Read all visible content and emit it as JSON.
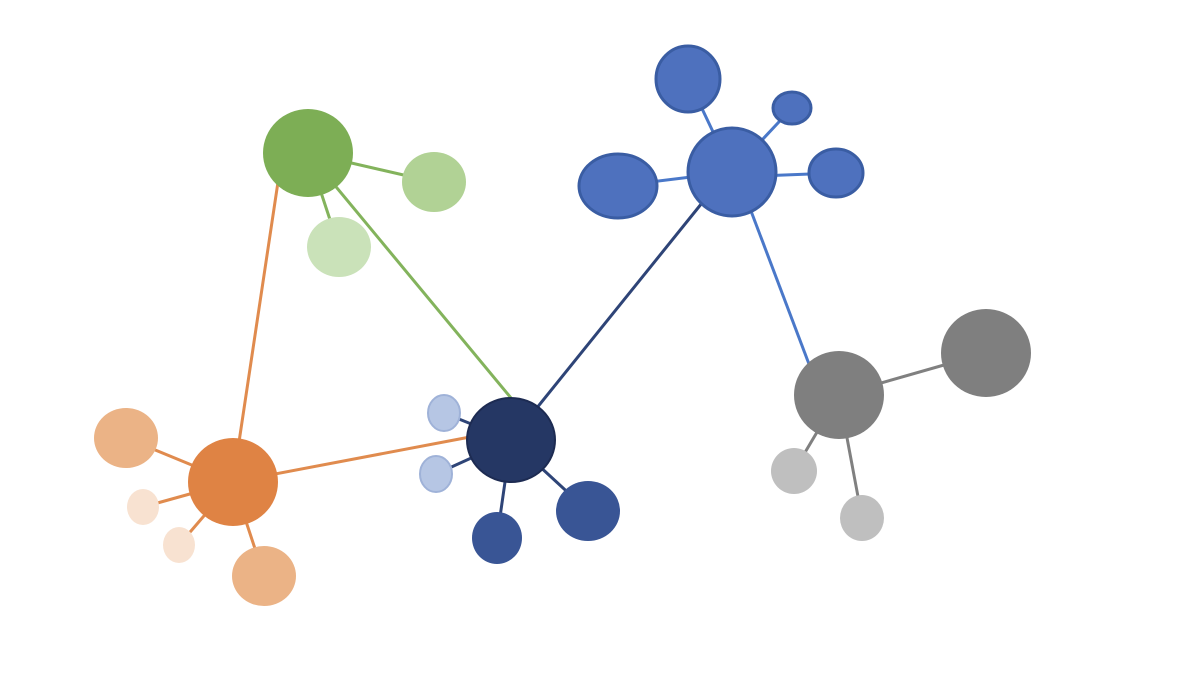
{
  "diagram": {
    "type": "network-graph",
    "labels_present": false
  },
  "palette": {
    "green_dark": "#7dae55",
    "green_mid": "#b1d295",
    "green_light": "#cae2b9",
    "orange_dark": "#df8344",
    "orange_mid": "#ebb386",
    "orange_light": "#f8e2d1",
    "navy": "#253764",
    "blue_dark": "#395595",
    "blue_light": "#b6c6e4",
    "blue": "#4e71be",
    "blue_stroke": "#3a5da3",
    "gray_dark": "#7f7f7f",
    "gray_light": "#bfbfbf",
    "link_green": "#83b35c",
    "link_orange": "#e08b4e",
    "link_navy": "#2e4477",
    "link_blue": "#4a78c9",
    "link_gray": "#808080"
  },
  "groups": [
    {
      "id": "green",
      "hub": "green_hub",
      "color": "#7dae55"
    },
    {
      "id": "orange",
      "hub": "orange_hub",
      "color": "#df8344"
    },
    {
      "id": "navy",
      "hub": "navy_hub",
      "color": "#253764"
    },
    {
      "id": "blue",
      "hub": "blue_hub",
      "color": "#4e71be"
    },
    {
      "id": "gray",
      "hub": "gray_hub",
      "color": "#7f7f7f"
    }
  ],
  "edges": [
    [
      "green_hub",
      "green_leaf_1"
    ],
    [
      "green_hub",
      "green_leaf_2"
    ],
    [
      "green_hub",
      "navy_hub"
    ],
    [
      "green_hub",
      "orange_hub"
    ],
    [
      "orange_hub",
      "orange_leaf_1"
    ],
    [
      "orange_hub",
      "orange_leaf_2"
    ],
    [
      "orange_hub",
      "orange_leaf_3"
    ],
    [
      "orange_hub",
      "orange_leaf_4"
    ],
    [
      "orange_hub",
      "navy_hub"
    ],
    [
      "navy_hub",
      "navy_leaf_1"
    ],
    [
      "navy_hub",
      "navy_leaf_2"
    ],
    [
      "navy_hub",
      "navy_leaf_3"
    ],
    [
      "navy_hub",
      "navy_leaf_4"
    ],
    [
      "navy_hub",
      "blue_hub"
    ],
    [
      "blue_hub",
      "blue_leaf_1"
    ],
    [
      "blue_hub",
      "blue_leaf_2"
    ],
    [
      "blue_hub",
      "blue_leaf_3"
    ],
    [
      "blue_hub",
      "blue_leaf_4"
    ],
    [
      "blue_hub",
      "gray_hub"
    ],
    [
      "gray_hub",
      "gray_leaf_1"
    ],
    [
      "gray_hub",
      "gray_leaf_2"
    ],
    [
      "gray_hub",
      "gray_leaf_3"
    ]
  ]
}
